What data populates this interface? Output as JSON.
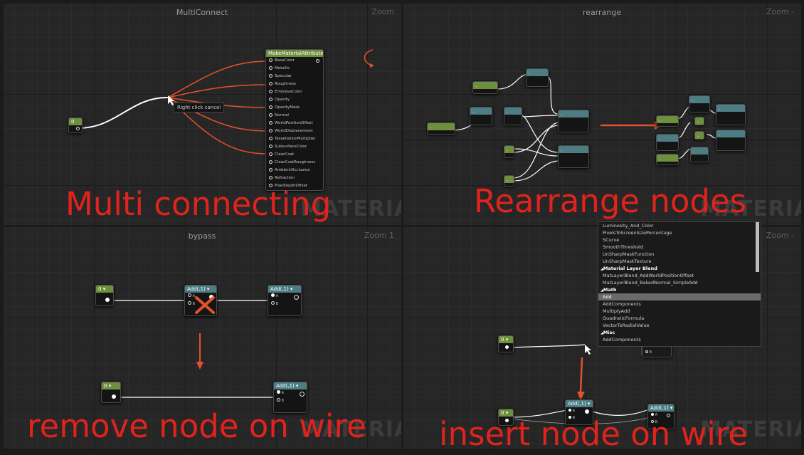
{
  "panels": {
    "p1": {
      "title": "MultiConnect",
      "zoom": "Zoom",
      "watermark": "MATERIAL",
      "caption": "Multi connecting"
    },
    "p2": {
      "title": "rearrange",
      "zoom": "Zoom -",
      "watermark": "MATERIAL",
      "caption": "Rearrange nodes"
    },
    "p3": {
      "title": "bypass",
      "zoom": "Zoom 1",
      "watermark": "MATERIAL",
      "caption": "remove node on wire"
    },
    "p4": {
      "title": "",
      "zoom": "Zoom -",
      "watermark": "MATERIAL",
      "caption": "insert node on wire"
    }
  },
  "multiconnect": {
    "const_value": "0",
    "make_material_title": "MakeMaterialAttributes",
    "context_hint": "Right click cancel",
    "pins": [
      "BaseColor",
      "Metallic",
      "Specular",
      "Roughness",
      "EmissiveColor",
      "Opacity",
      "OpacityMask",
      "Normal",
      "WorldPositionOffset",
      "WorldDisplacement",
      "TessellationMultiplier",
      "SubsurfaceColor",
      "ClearCoat",
      "ClearCoatRoughness",
      "AmbientOcclusion",
      "Refraction",
      "PixelDepthOffset"
    ]
  },
  "bypass": {
    "const_value": "0",
    "add_title": "Add(,1)",
    "pin_a": "A",
    "pin_b": "B"
  },
  "insert": {
    "const_value": "0",
    "add_title": "Add(,1)",
    "pin_a": "A",
    "pin_b": "B",
    "menu_items": [
      {
        "label": "Luminosity_And_Color",
        "type": "item"
      },
      {
        "label": "PixelsToScreenSizePercentage",
        "type": "item"
      },
      {
        "label": "SCurve",
        "type": "item"
      },
      {
        "label": "SmoothThreshold",
        "type": "item"
      },
      {
        "label": "UnSharpMaskFunction",
        "type": "item"
      },
      {
        "label": "UnSharpMaskTexture",
        "type": "item"
      },
      {
        "label": "Material Layer Blend",
        "type": "cat"
      },
      {
        "label": "MatLayerBlend_AddWorldPositionOffset",
        "type": "item"
      },
      {
        "label": "MatLayerBlend_BakedNormal_SimpleAdd",
        "type": "item"
      },
      {
        "label": "Math",
        "type": "cat"
      },
      {
        "label": "Add",
        "type": "sel"
      },
      {
        "label": "AddComponents",
        "type": "item"
      },
      {
        "label": "MultiplyAdd",
        "type": "item"
      },
      {
        "label": "QuadraticFormula",
        "type": "item"
      },
      {
        "label": "VectorToRadialValue",
        "type": "item"
      },
      {
        "label": "Misc",
        "type": "cat"
      },
      {
        "label": "AddComponents",
        "type": "item"
      }
    ]
  }
}
